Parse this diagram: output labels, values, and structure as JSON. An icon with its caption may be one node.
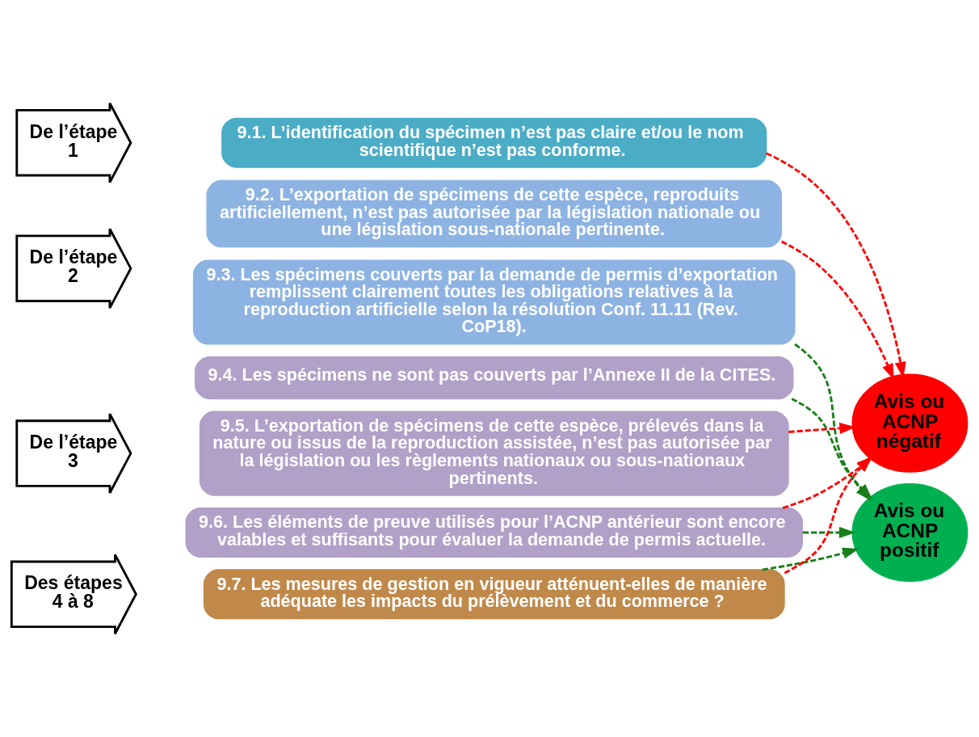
{
  "diagram": {
    "nodes": [
      {
        "text": [
          "De l’étape 1"
        ]
      },
      {
        "text": [
          "9.1. L’identification du spécimen n’est pas claire et/ou le nom scientifique n’est pas conforme."
        ]
      },
      {
        "text": [
          "De l’étape 2"
        ]
      },
      {
        "text": [
          "9.2. L’exportation de spécimens de cette espèce, reproduits artificiellement, n’est pas autorisée par la législation nationale ou une législation sous-nationale pertinente."
        ]
      },
      {
        "text": [
          "9.3. Les spécimens couverts par la demande de permis d’exportation remplissent clairement toutes les obligations relatives à la reproduction artificielle selon la résolution Conf. 11.11 (Rev. CoP18)."
        ]
      },
      {
        "text": [
          "De l’étape 3"
        ]
      },
      {
        "text": [
          "9.4. Les spécimens ne sont pas couverts par l’Annexe II de la CITES."
        ]
      },
      {
        "text": [
          "9.5. L’exportation de spécimens de cette espèce, prélevés dans la nature ou issus de la reproduction assistée, n’est pas autorisée par la législation ou les règlements nationaux ou sous-nationaux pertinents."
        ]
      },
      {
        "text": [
          "9.6. Les éléments de preuve utilisés pour l’ACNP antérieur sont encore valables et suffisants pour évaluer la demande de permis actuelle."
        ]
      },
      {
        "text": [
          "Des étapes 4 à 8"
        ]
      },
      {
        "text": [
          "9.7. Les mesures de gestion en vigueur atténuent-elles de manière adéquate les impacts du prélèvement et du commerce ?"
        ]
      },
      {
        "text": [
          "Avis ou ACNP positif"
        ]
      },
      {
        "text": [
          "Avis ou ACNP négatif"
        ]
      }
    ],
    "edges": [
      {
        "from": 1,
        "to": 12,
        "arrow": "to",
        "style": "dashed"
      },
      {
        "from": 3,
        "to": 12,
        "arrow": "to",
        "style": "dashed"
      },
      {
        "from": 4,
        "to": 11,
        "arrow": "to",
        "style": "dashed",
        "color": "#1a7f1a"
      },
      {
        "from": 6,
        "to": 11,
        "arrow": "to",
        "style": "dashed",
        "color": "#1a7f1a"
      },
      {
        "from": 7,
        "to": 12,
        "arrow": "to",
        "style": "dashed"
      },
      {
        "from": 8,
        "to": 12,
        "arrow": "to",
        "style": "dashed"
      },
      {
        "from": 8,
        "to": 11,
        "arrow": "to",
        "style": "dashed",
        "color": "#1a7f1a"
      },
      {
        "from": 10,
        "to": 11,
        "arrow": "to",
        "style": "dashed",
        "color": "#1a7f1a"
      },
      {
        "from": 10,
        "to": 12,
        "arrow": "to",
        "style": "dashed"
      }
    ]
  }
}
